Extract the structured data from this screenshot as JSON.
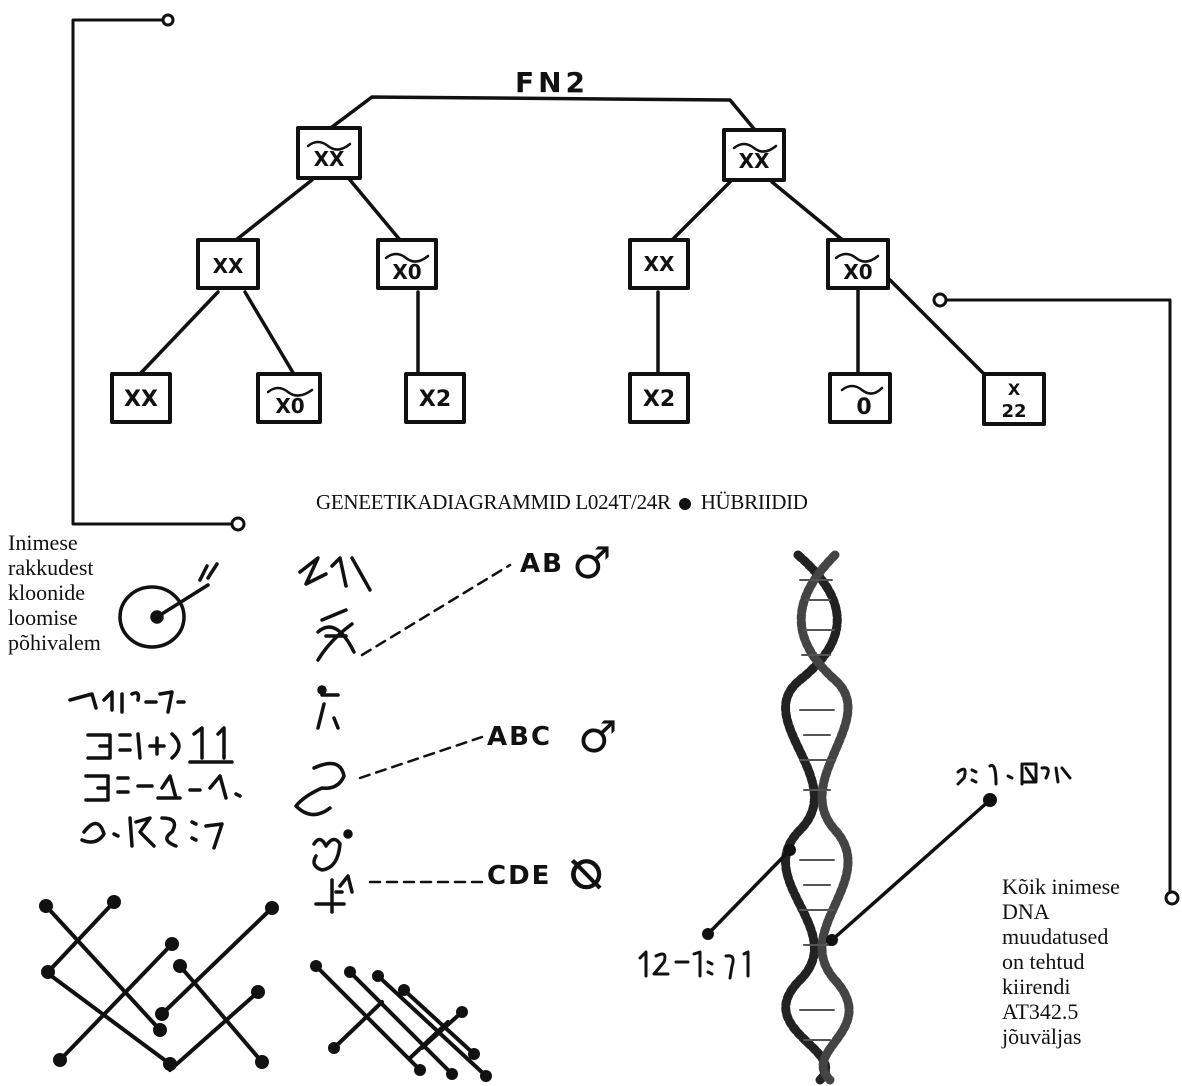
{
  "tree": {
    "root_label": "FN2",
    "level1": [
      {
        "id": "n1",
        "label": "XX",
        "mark": "tilde"
      },
      {
        "id": "n2",
        "label": "XX",
        "mark": "tilde"
      }
    ],
    "level2": [
      {
        "id": "n3",
        "label": "XX",
        "mark": "none"
      },
      {
        "id": "n4",
        "label": "X0",
        "mark": "tilde"
      },
      {
        "id": "n5",
        "label": "XX",
        "mark": "none"
      },
      {
        "id": "n6",
        "label": "X0",
        "mark": "tilde"
      }
    ],
    "level3": [
      {
        "id": "n7",
        "label": "XX",
        "mark": "none"
      },
      {
        "id": "n8",
        "label": "X0",
        "mark": "tilde"
      },
      {
        "id": "n9",
        "label": "X2",
        "mark": "none"
      },
      {
        "id": "n10",
        "label": "X2",
        "mark": "none"
      },
      {
        "id": "n11",
        "label": "0",
        "mark": "tilde"
      },
      {
        "id": "n12",
        "label": "X",
        "sub": "22",
        "mark": "stack"
      }
    ]
  },
  "caption": {
    "left": "GENEETIKADIAGRAMMID L024T/24R",
    "right": "HÜBRIIDID"
  },
  "notes": {
    "left": [
      "Inimese",
      "rakkudest",
      "kloonide",
      "loomise",
      "põhivalem"
    ],
    "right": [
      "Kõik inimese",
      "DNA",
      "muudatused",
      "on tehtud",
      "kiirendi",
      "AT342.5",
      "jõuväljas"
    ]
  },
  "legend": [
    {
      "label": "AB",
      "symbol": "♂"
    },
    {
      "label": "ABC",
      "symbol": "♂"
    },
    {
      "label": "CDE",
      "symbol": "⦰"
    }
  ],
  "colors": {
    "ink": "#111111",
    "paper": "#ffffff"
  }
}
